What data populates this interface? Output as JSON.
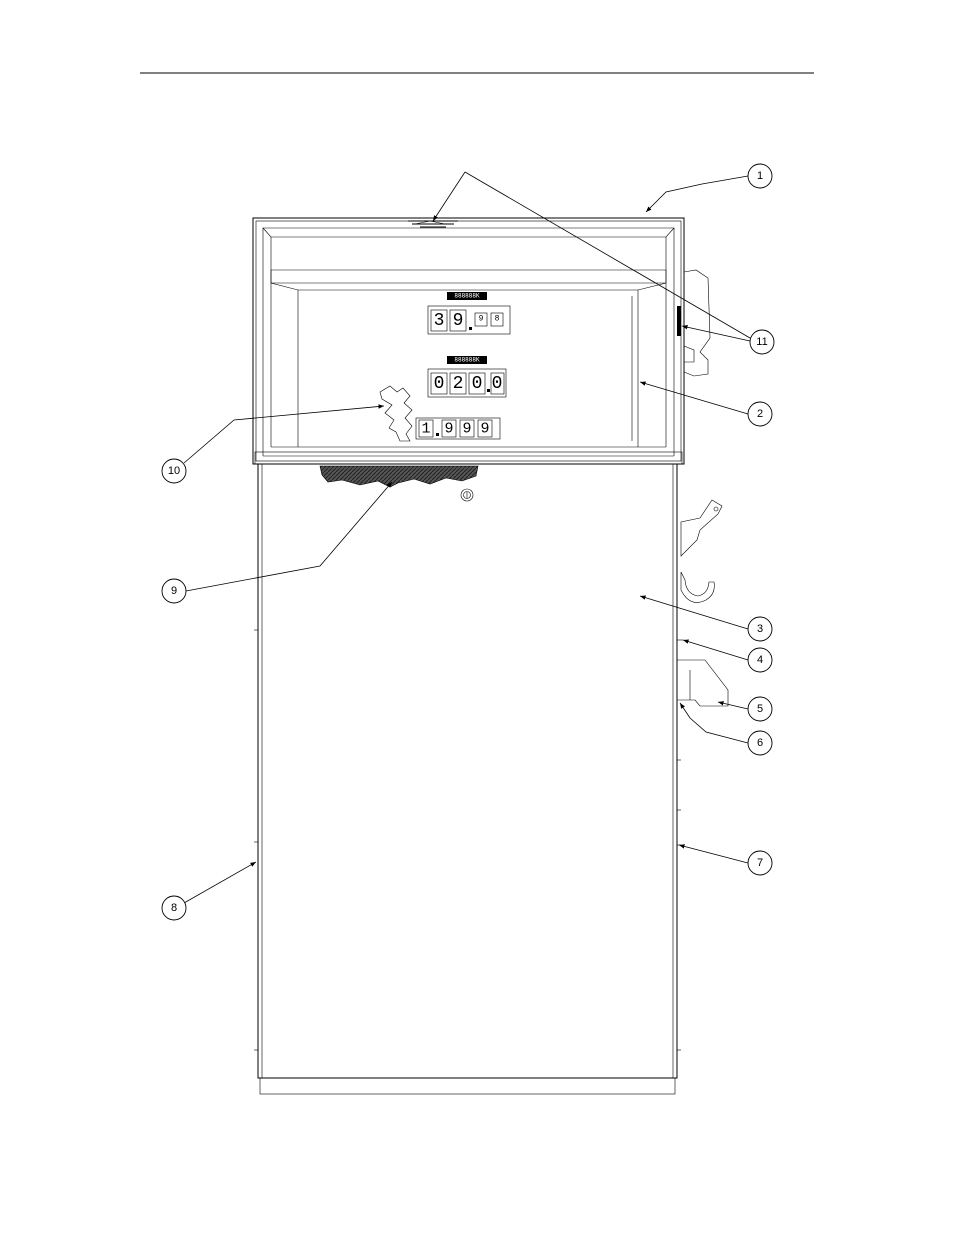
{
  "display": {
    "sale_strip": "888888K",
    "volume_strip": "888888K",
    "sale_digits": [
      "3",
      "9",
      "9",
      "8"
    ],
    "volume_digits": [
      "0",
      "2",
      "0",
      "0"
    ],
    "price_digits": [
      "1",
      "9",
      "9",
      "9"
    ]
  },
  "callouts": [
    {
      "id": "1",
      "label": "1"
    },
    {
      "id": "2",
      "label": "2"
    },
    {
      "id": "3",
      "label": "3"
    },
    {
      "id": "4",
      "label": "4"
    },
    {
      "id": "5",
      "label": "5"
    },
    {
      "id": "6",
      "label": "6"
    },
    {
      "id": "7",
      "label": "7"
    },
    {
      "id": "8",
      "label": "8"
    },
    {
      "id": "9",
      "label": "9"
    },
    {
      "id": "10",
      "label": "10"
    },
    {
      "id": "11",
      "label": "11"
    }
  ]
}
